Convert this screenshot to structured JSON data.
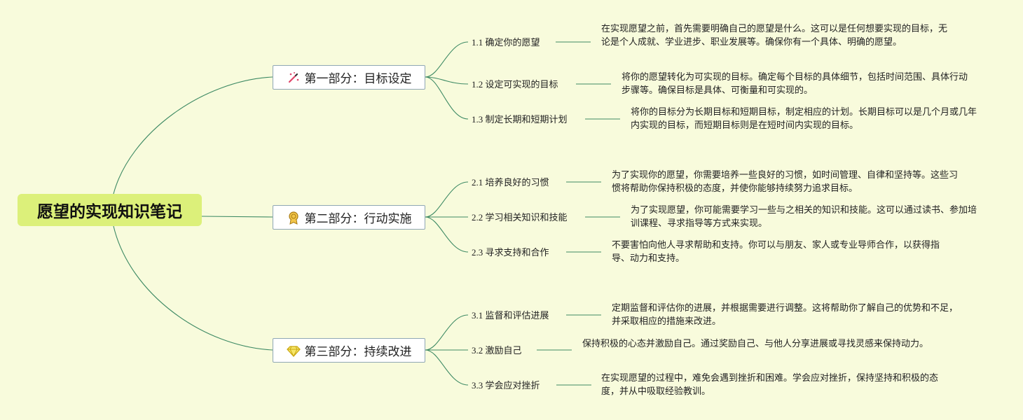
{
  "root": {
    "title": "愿望的实现知识笔记"
  },
  "colors": {
    "background": "#f8fbdc",
    "root_fill": "#dcf07a",
    "line": "#3e8a64",
    "box_border": "#8fa7b4"
  },
  "sections": [
    {
      "title": "第一部分：目标设定",
      "icon": "magic-wand-icon",
      "items": [
        {
          "label": "1.1 确定你的愿望",
          "desc": "在实现愿望之前，首先需要明确自己的愿望是什么。这可以是任何想要实现的目标，无论是个人成就、学业进步、职业发展等。确保你有一个具体、明确的愿望。"
        },
        {
          "label": "1.2 设定可实现的目标",
          "desc": "将你的愿望转化为可实现的目标。确定每个目标的具体细节，包括时间范围、具体行动步骤等。确保目标是具体、可衡量和可实现的。"
        },
        {
          "label": "1.3 制定长期和短期计划",
          "desc": "将你的目标分为长期目标和短期目标，制定相应的计划。长期目标可以是几个月或几年内实现的目标，而短期目标则是在短时间内实现的目标。"
        }
      ]
    },
    {
      "title": "第二部分：行动实施",
      "icon": "award-medal-icon",
      "items": [
        {
          "label": "2.1 培养良好的习惯",
          "desc": "为了实现你的愿望，你需要培养一些良好的习惯，如时间管理、自律和坚持等。这些习惯将帮助你保持积极的态度，并使你能够持续努力追求目标。"
        },
        {
          "label": "2.2 学习相关知识和技能",
          "desc": "为了实现愿望，你可能需要学习一些与之相关的知识和技能。这可以通过读书、参加培训课程、寻求指导等方式来实现。"
        },
        {
          "label": "2.3 寻求支持和合作",
          "desc": "不要害怕向他人寻求帮助和支持。你可以与朋友、家人或专业导师合作，以获得指导、动力和支持。"
        }
      ]
    },
    {
      "title": "第三部分：持续改进",
      "icon": "diamond-icon",
      "items": [
        {
          "label": "3.1 监督和评估进展",
          "desc": "定期监督和评估你的进展，并根据需要进行调整。这将帮助你了解自己的优势和不足，并采取相应的措施来改进。"
        },
        {
          "label": "3.2 激励自己",
          "desc": "保持积极的心态并激励自己。通过奖励自己、与他人分享进展或寻找灵感来保持动力。"
        },
        {
          "label": "3.3 学会应对挫折",
          "desc": "在实现愿望的过程中，难免会遇到挫折和困难。学会应对挫折，保持坚持和积极的态度，并从中吸取经验教训。"
        }
      ]
    }
  ]
}
